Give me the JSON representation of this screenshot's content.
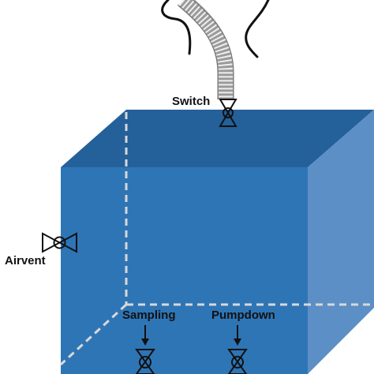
{
  "labels": {
    "switch": "Switch",
    "airvent": "Airvent",
    "sampling": "Sampling",
    "pumpdown": "Pumpdown"
  },
  "icons": {
    "valve": "valve-icon",
    "hose": "corrugated-hose-icon",
    "arrow": "arrow-down-icon",
    "cable": "cable-icon"
  },
  "colors": {
    "tank_front": "#2e75b6",
    "tank_top": "#24609a",
    "tank_side": "#5b8fc6",
    "hidden_edges": "#d8d8d8",
    "hose": "#9a9a9a",
    "valve": "#111111"
  }
}
